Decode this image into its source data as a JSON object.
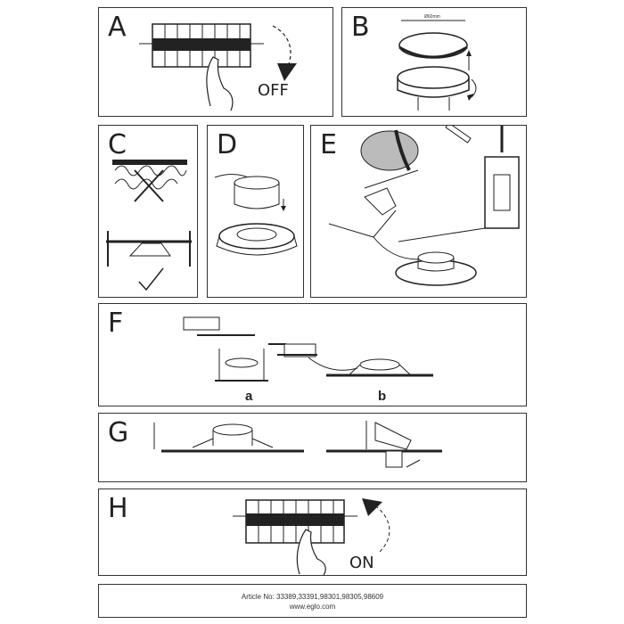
{
  "panels": {
    "a": {
      "letter": "A",
      "state_label": "OFF"
    },
    "b": {
      "letter": "B",
      "dimension": "Ø60mm"
    },
    "c": {
      "letter": "C"
    },
    "d": {
      "letter": "D"
    },
    "e": {
      "letter": "E"
    },
    "f": {
      "letter": "F",
      "option_a": "a",
      "option_b": "b"
    },
    "g": {
      "letter": "G"
    },
    "h": {
      "letter": "H",
      "state_label": "ON"
    }
  },
  "footer": {
    "article": "Article No: 33389,33391,98301,98305,98609",
    "website": "www.eglo.com"
  }
}
